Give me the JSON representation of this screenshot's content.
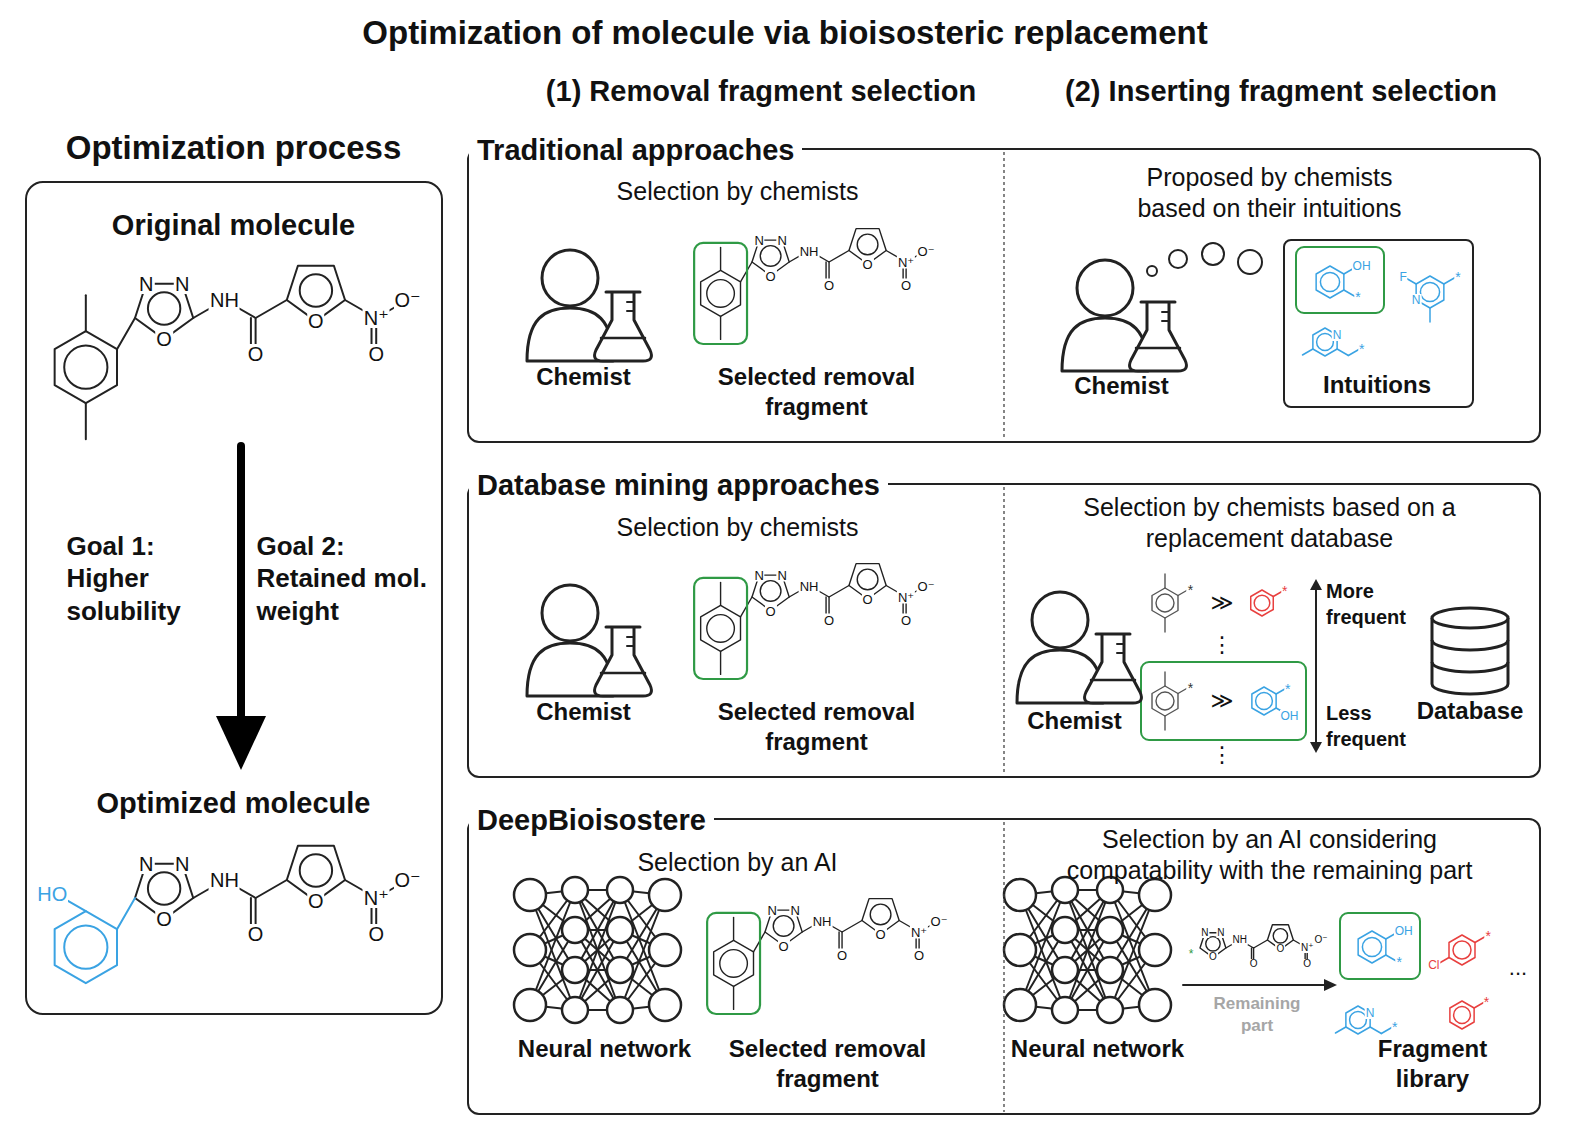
{
  "diagram": {
    "title": "Optimization of molecule via bioisosteric replacement",
    "nodes": [
      {
        "text": [
          "Optimization process",
          "Original molecule",
          "Goal 1: Higher solubility",
          "Goal 2: Retained mol. weight",
          "Optimized molecule"
        ]
      },
      {
        "text": [
          "Traditional approaches",
          "Selection by chemists",
          "Chemist",
          "Selected removal fragment",
          "Proposed by chemists based on their intuitions",
          "Chemist"
        ]
      },
      {
        "text": [
          "Intuitions"
        ],
        "in": 1
      },
      {
        "text": [
          "Database mining approaches",
          "Selection by chemists",
          "Chemist",
          "Selected removal fragment",
          "Selection by chemists based on a replacement database",
          "Chemist"
        ]
      },
      {
        "text": [
          "DeepBioisostere",
          "Selection by an AI",
          "Neural network",
          "Selected removal fragment",
          "Selection by an AI considering compatability with the remaining part",
          "Neural network",
          "Fragment library"
        ]
      }
    ],
    "labels": [
      "(1) Removal fragment selection",
      "(2) Inserting fragment selection",
      "N",
      "N",
      "O",
      "NH",
      "O",
      "O",
      "N⁺",
      "O⁻",
      "O",
      "HO",
      "N",
      "N",
      "O",
      "NH",
      "O",
      "O",
      "N⁺",
      "O⁻",
      "O",
      "N",
      "N",
      "O",
      "NH",
      "O",
      "O",
      "N⁺",
      "O⁻",
      "O",
      "N",
      "N",
      "O",
      "NH",
      "O",
      "O",
      "N⁺",
      "O⁻",
      "O",
      "N",
      "N",
      "O",
      "NH",
      "O",
      "O",
      "N⁺",
      "O⁻",
      "O",
      "*",
      "N",
      "N",
      "O",
      "NH",
      "O",
      "O",
      "N⁺",
      "O⁻",
      "O",
      "Remaining part",
      "OH",
      "*",
      "F",
      "N",
      "*",
      "N",
      "*",
      "*",
      "≫",
      "*",
      "⋮",
      "*",
      "≫",
      "*",
      "OH",
      "⋮",
      "More frequent",
      "Less frequent",
      "Database",
      "OH",
      "*",
      "*",
      "Cl",
      "...",
      "N",
      "*",
      "*"
    ]
  }
}
